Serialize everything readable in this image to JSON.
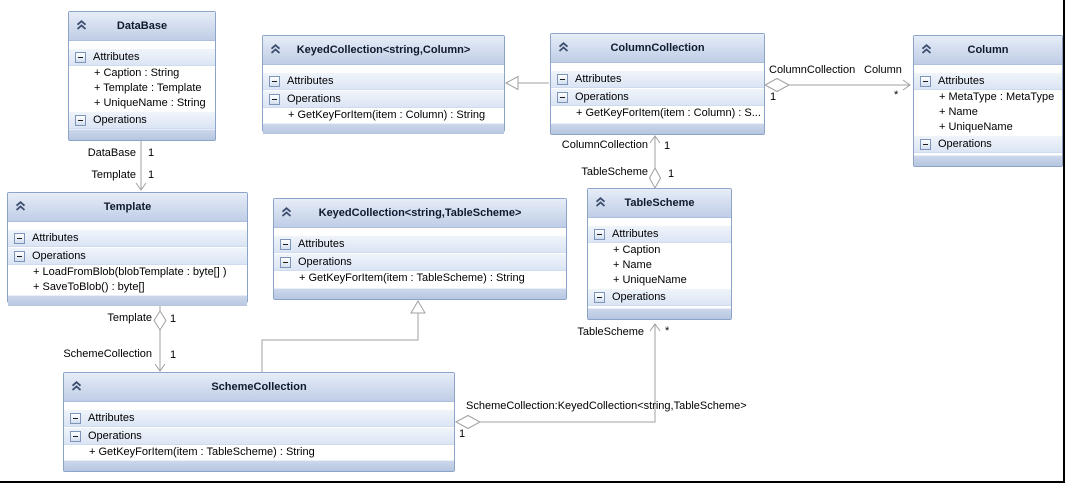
{
  "colors": {
    "box_border": "#8da4c9",
    "header_gradient_top": "#e7edf8",
    "header_gradient_bottom": "#bfcde6",
    "section_band": "#dbe5f4",
    "connector_line": "#a0a0a0",
    "canvas_border": "#000000",
    "text": "#000000"
  },
  "classes": [
    {
      "title": "DataBase",
      "sections": [
        {
          "label": "Attributes",
          "items": [
            "+ Caption : String",
            "+ Template : Template",
            "+ UniqueName : String"
          ]
        },
        {
          "label": "Operations",
          "items": []
        }
      ]
    },
    {
      "title": "KeyedCollection<string,Column>",
      "sections": [
        {
          "label": "Attributes",
          "items": []
        },
        {
          "label": "Operations",
          "items": [
            "+ GetKeyForItem(item : Column) : String"
          ]
        }
      ]
    },
    {
      "title": "ColumnCollection",
      "sections": [
        {
          "label": "Attributes",
          "items": []
        },
        {
          "label": "Operations",
          "items": [
            "+ GetKeyForItem(item : Column) : S..."
          ]
        }
      ]
    },
    {
      "title": "Column",
      "sections": [
        {
          "label": "Attributes",
          "items": [
            "+ MetaType : MetaType",
            "+ Name",
            "+ UniqueName"
          ]
        },
        {
          "label": "Operations",
          "items": []
        }
      ]
    },
    {
      "title": "Template",
      "sections": [
        {
          "label": "Attributes",
          "items": []
        },
        {
          "label": "Operations",
          "items": [
            "+ LoadFromBlob(blobTemplate : byte[] )",
            "+ SaveToBlob() : byte[]"
          ]
        }
      ]
    },
    {
      "title": "KeyedCollection<string,TableScheme>",
      "sections": [
        {
          "label": "Attributes",
          "items": []
        },
        {
          "label": "Operations",
          "items": [
            "+ GetKeyForItem(item : TableScheme) : String"
          ]
        }
      ]
    },
    {
      "title": "TableScheme",
      "sections": [
        {
          "label": "Attributes",
          "items": [
            "+ Caption",
            "+ Name",
            "+ UniqueName"
          ]
        },
        {
          "label": "Operations",
          "items": []
        }
      ]
    },
    {
      "title": "SchemeCollection",
      "sections": [
        {
          "label": "Attributes",
          "items": []
        },
        {
          "label": "Operations",
          "items": [
            "+ GetKeyForItem(item : TableScheme) : String"
          ]
        }
      ]
    }
  ],
  "connectors": {
    "database_template": {
      "top_role": "DataBase",
      "top_mult": "1",
      "bottom_role": "Template",
      "bottom_mult": "1"
    },
    "columncollection_column": {
      "left_role": "ColumnCollection",
      "left_mult": "1",
      "right_role": "Column",
      "right_mult": "*"
    },
    "tablescheme_columncollection": {
      "top_role": "ColumnCollection",
      "top_mult": "1",
      "bottom_role": "TableScheme",
      "bottom_mult": "1"
    },
    "template_schemecollection": {
      "top_role": "Template",
      "top_mult": "1",
      "bottom_role": "SchemeCollection",
      "bottom_mult": "1"
    },
    "schemecollection_tablescheme": {
      "name": "SchemeCollection:KeyedCollection<string,TableScheme>",
      "diamond_mult": "1",
      "arrow_role": "TableScheme",
      "arrow_mult": "*"
    }
  }
}
